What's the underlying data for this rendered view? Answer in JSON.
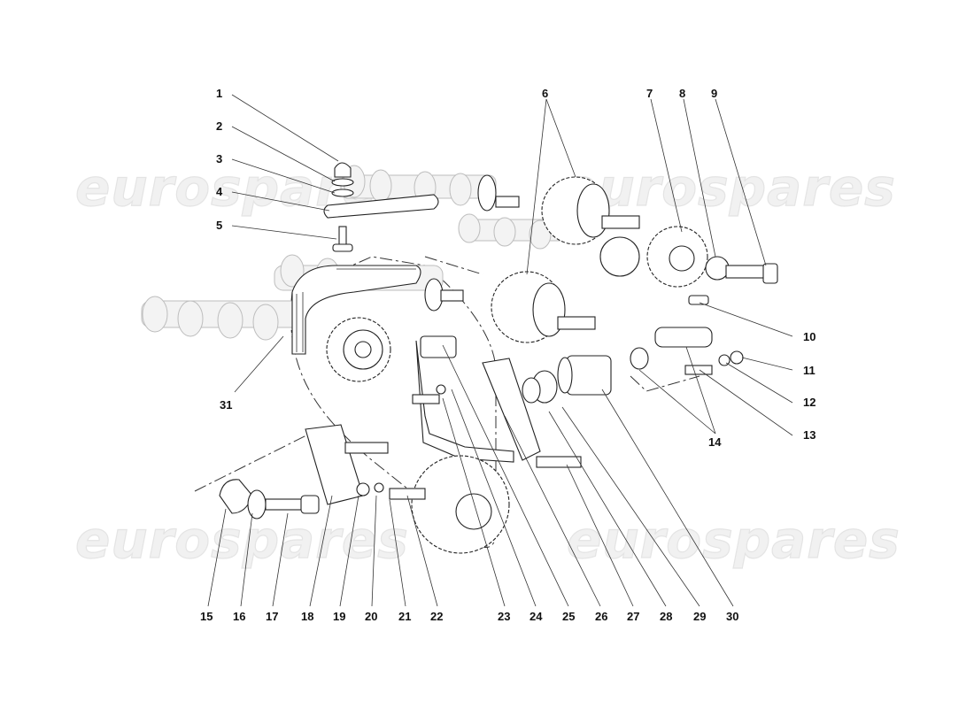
{
  "watermarks": [
    "eurospares",
    "eurospares",
    "eurospares",
    "eurospares"
  ],
  "callouts": [
    "1",
    "2",
    "3",
    "4",
    "5",
    "6",
    "7",
    "8",
    "9",
    "10",
    "11",
    "12",
    "13",
    "14",
    "15",
    "16",
    "17",
    "18",
    "19",
    "20",
    "21",
    "22",
    "23",
    "24",
    "25",
    "26",
    "27",
    "28",
    "29",
    "30",
    "31"
  ]
}
